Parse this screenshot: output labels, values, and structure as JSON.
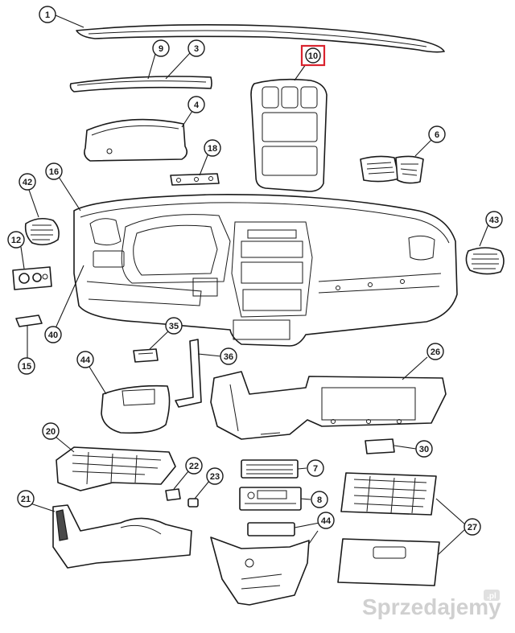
{
  "diagram": {
    "callouts": [
      "1",
      "9",
      "3",
      "10",
      "4",
      "6",
      "18",
      "42",
      "16",
      "43",
      "12",
      "40",
      "15",
      "35",
      "36",
      "44",
      "26",
      "20",
      "22",
      "23",
      "7",
      "8",
      "30",
      "21",
      "44",
      "27"
    ],
    "highlighted_callout": "10",
    "colors": {
      "lines": "#1a1a1a",
      "highlight": "#d9232e",
      "watermark": "#c8c8c8"
    }
  },
  "watermark": {
    "text": "Sprzedajemy",
    "badge": ".pl"
  }
}
